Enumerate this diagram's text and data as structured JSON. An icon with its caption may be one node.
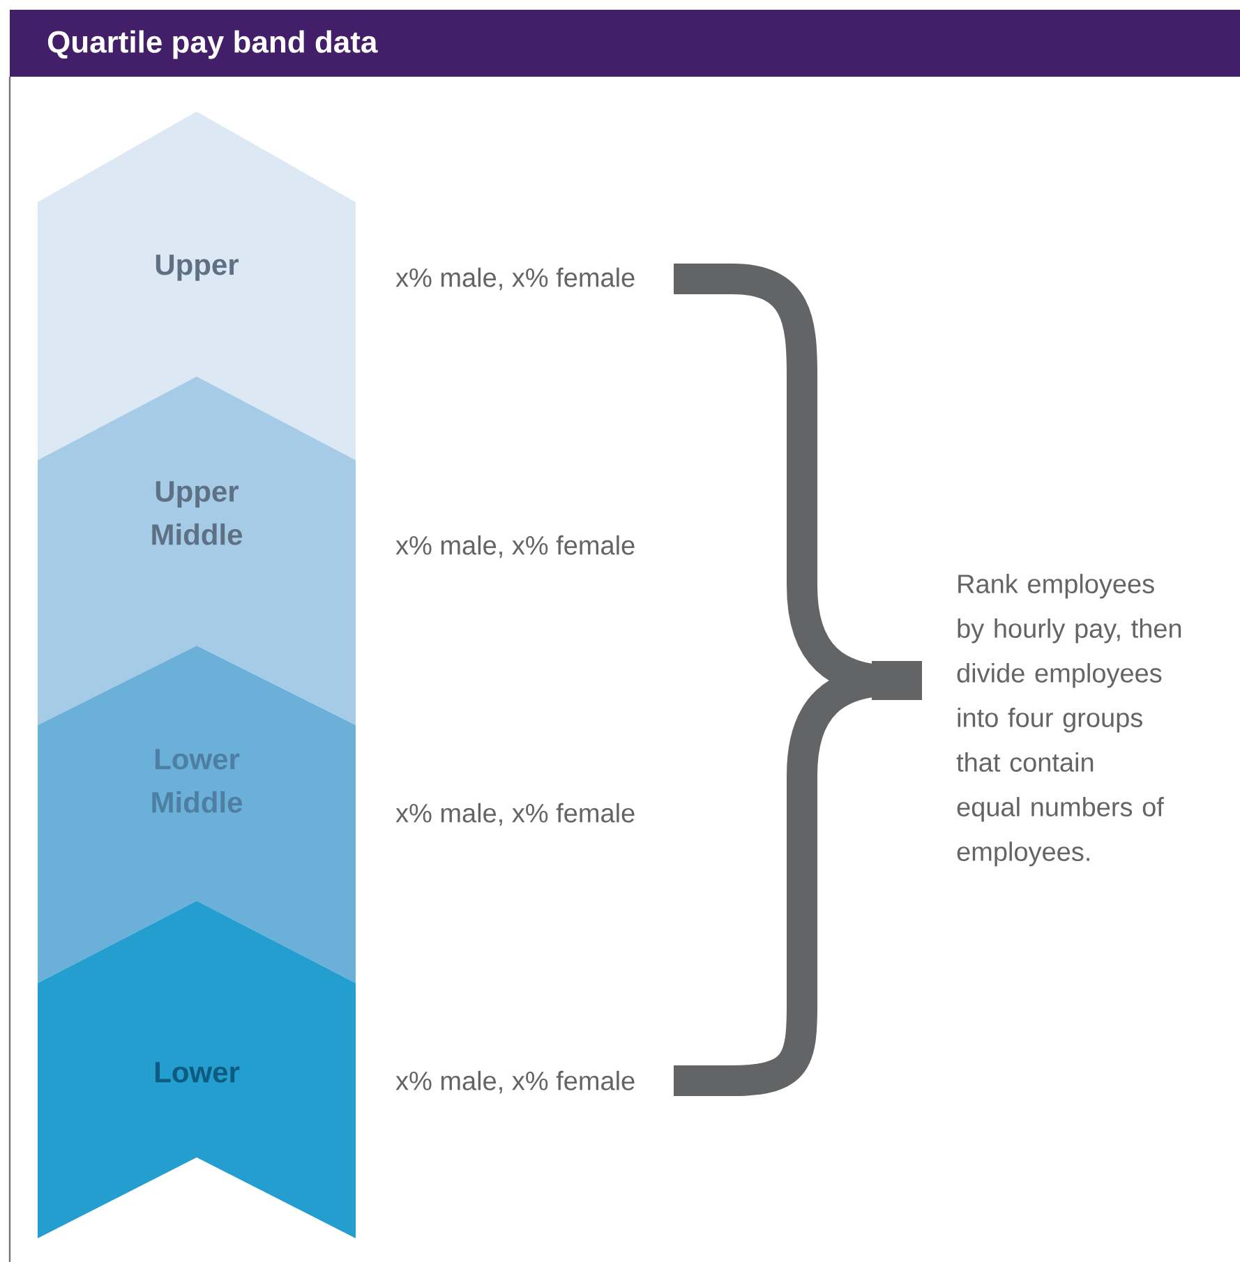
{
  "diagram": {
    "title": "Quartile pay band data",
    "nodes": [
      {
        "text": [
          "Upper"
        ],
        "beside": [
          "x% male, x% female"
        ]
      },
      {
        "text": [
          "Upper Middle"
        ],
        "beside": [
          "x% male, x% female"
        ]
      },
      {
        "text": [
          "Lower Middle"
        ],
        "beside": [
          "x% male, x% female"
        ]
      },
      {
        "text": [
          "Lower"
        ],
        "beside": [
          "x% male, x% female"
        ]
      }
    ],
    "edges": [],
    "labels": [
      "Rank employees by hourly pay, then divide employees into four groups that contain equal numbers of employees."
    ]
  }
}
